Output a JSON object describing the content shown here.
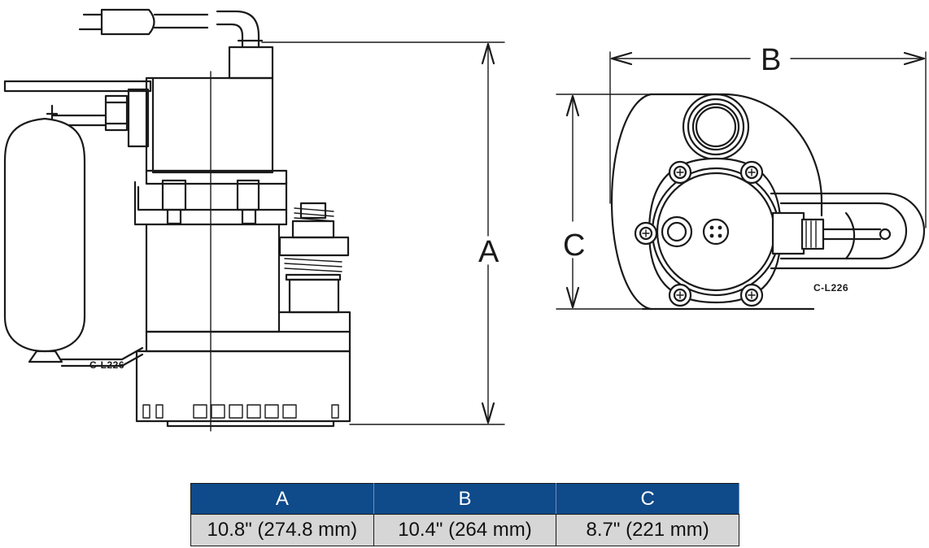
{
  "diagram": {
    "part_codes": {
      "side_view": "C-L226",
      "top_view": "C-L226"
    },
    "dimension_letters": {
      "height": "A",
      "width": "B",
      "depth": "C"
    }
  },
  "dimensions_table": {
    "headers": [
      "A",
      "B",
      "C"
    ],
    "values": [
      "10.8\" (274.8 mm)",
      "10.4\" (264 mm)",
      "8.7\" (221 mm)"
    ]
  },
  "colors": {
    "header_bg": "#0f4a8a",
    "header_text": "#ffffff",
    "row_bg": "#d6d6d6",
    "line": "#1a1a1a"
  }
}
